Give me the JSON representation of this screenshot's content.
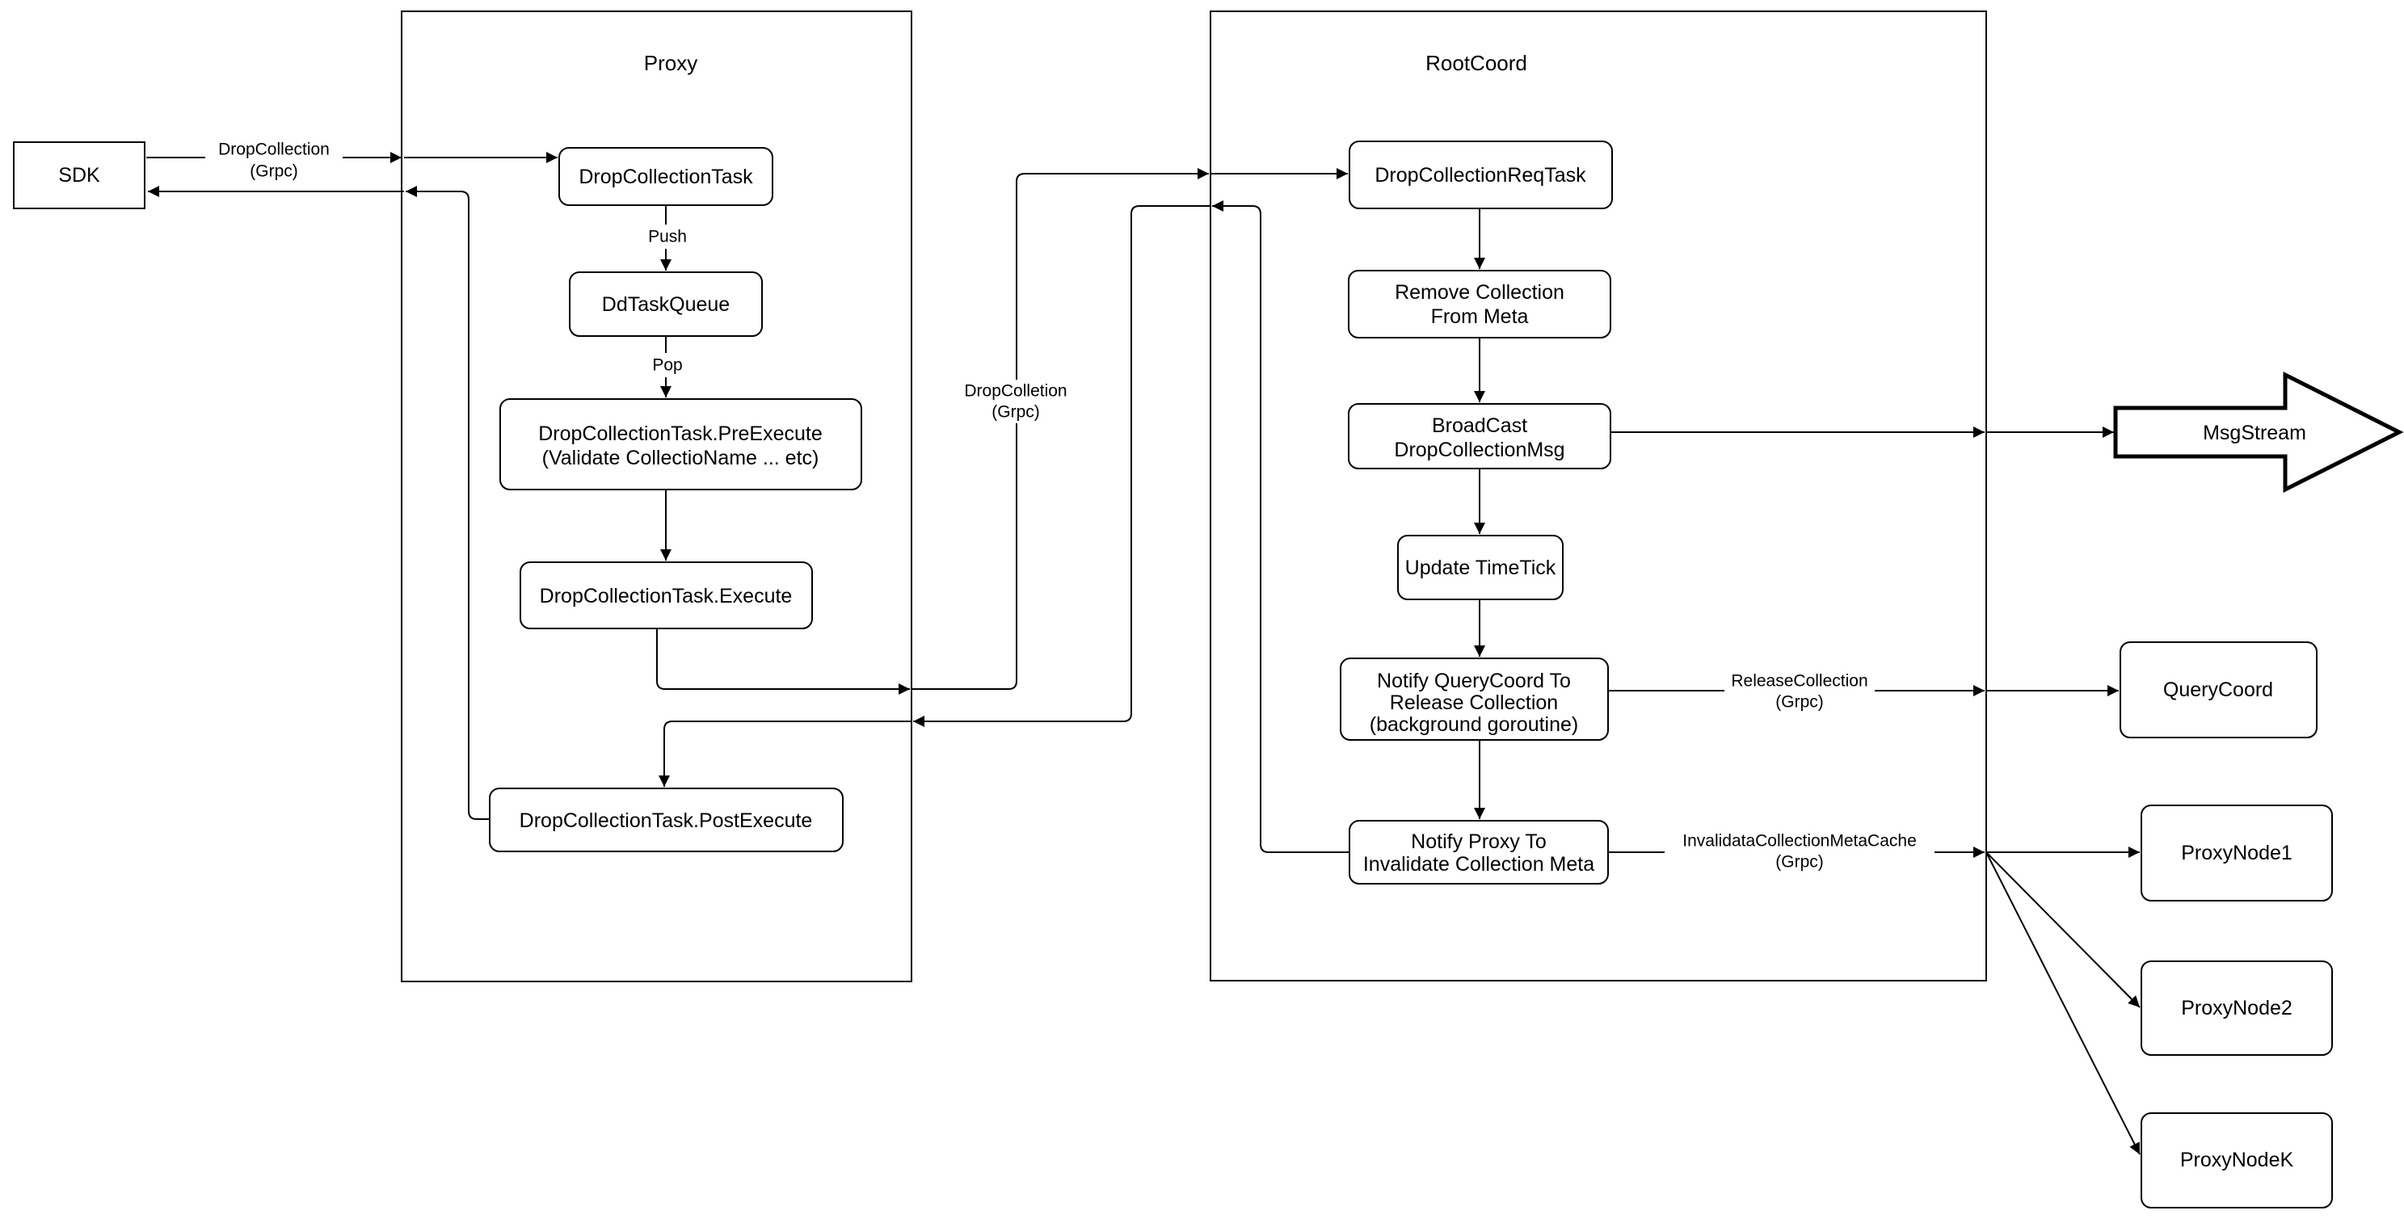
{
  "nodes": {
    "sdk": "SDK",
    "proxy_title": "Proxy",
    "rootcoord_title": "RootCoord",
    "drop_collection_task": "DropCollectionTask",
    "dd_task_queue": "DdTaskQueue",
    "pre_execute_1": "DropCollectionTask.PreExecute",
    "pre_execute_2": "(Validate CollectioName ... etc)",
    "execute": "DropCollectionTask.Execute",
    "post_execute": "DropCollectionTask.PostExecute",
    "req_task": "DropCollectionReqTask",
    "remove_meta_1": "Remove Collection",
    "remove_meta_2": "From Meta",
    "broadcast_1": "BroadCast",
    "broadcast_2": "DropCollectionMsg",
    "update_timetick": "Update TimeTick",
    "notify_qc_1": "Notify QueryCoord To",
    "notify_qc_2": "Release Collection",
    "notify_qc_3": "(background goroutine)",
    "notify_proxy_1": "Notify Proxy To",
    "notify_proxy_2": "Invalidate Collection Meta",
    "msgstream": "MsgStream",
    "querycoord": "QueryCoord",
    "proxynode1": "ProxyNode1",
    "proxynode2": "ProxyNode2",
    "proxynodek": "ProxyNodeK"
  },
  "edges": {
    "sdk_grpc_1": "DropCollection",
    "sdk_grpc_2": "(Grpc)",
    "push": "Push",
    "pop": "Pop",
    "mid_grpc_1": "DropColletion",
    "mid_grpc_2": "(Grpc)",
    "release_1": "ReleaseCollection",
    "release_2": "(Grpc)",
    "invalidate_1": "InvalidataCollectionMetaCache",
    "invalidate_2": "(Grpc)"
  },
  "colors": {
    "line": "#000000",
    "box_fill": "#ffffff",
    "background": "#ffffff"
  }
}
